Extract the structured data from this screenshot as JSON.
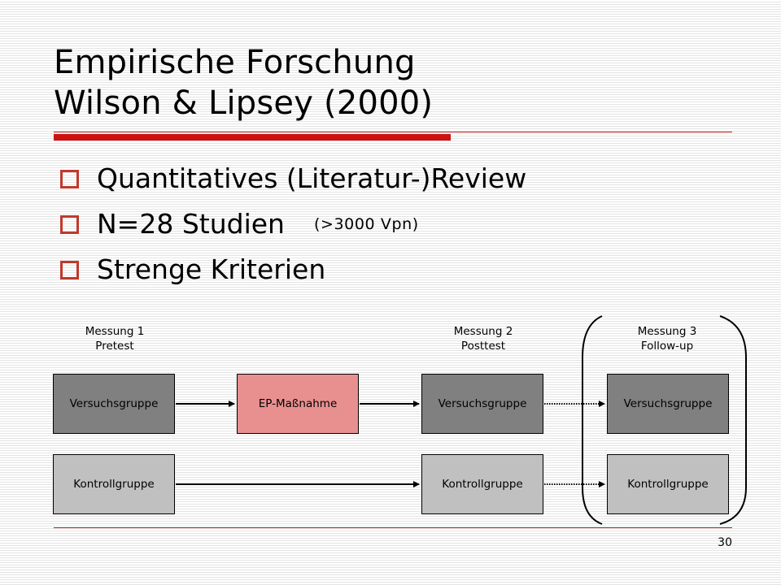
{
  "slide": {
    "title_line1": "Empirische Forschung",
    "title_line2": "Wilson & Lipsey (2000)",
    "page_number": "30",
    "colors": {
      "accent": "#cc1111",
      "versuchsgruppe": "#808080",
      "kontrollgruppe": "#c0c0c0",
      "massnahme": "#e89090"
    }
  },
  "bullets": [
    {
      "text": "Quantitatives (Literatur-)Review",
      "note": ""
    },
    {
      "text": "N=28 Studien",
      "note": "(>3000 Vpn)"
    },
    {
      "text": "Strenge Kriterien",
      "note": ""
    }
  ],
  "diagram": {
    "measurements": [
      {
        "label": "Messung 1",
        "sub": "Pretest"
      },
      {
        "label": "Messung 2",
        "sub": "Posttest"
      },
      {
        "label": "Messung 3",
        "sub": "Follow-up"
      }
    ],
    "boxes": {
      "vg1": "Versuchsgruppe",
      "ep": "EP-Maßnahme",
      "vg2": "Versuchsgruppe",
      "vg3": "Versuchsgruppe",
      "kg1": "Kontrollgruppe",
      "kg2": "Kontrollgruppe",
      "kg3": "Kontrollgruppe"
    }
  }
}
